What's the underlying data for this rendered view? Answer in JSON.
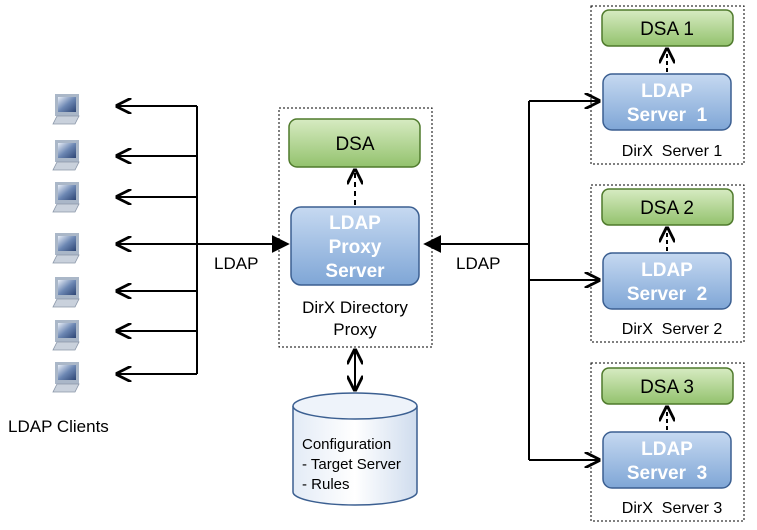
{
  "clients": {
    "label": "LDAP Clients",
    "count": 7
  },
  "proxy": {
    "dsa": "DSA",
    "server_line1": "LDAP",
    "server_line2": "Proxy",
    "server_line3": "Server",
    "caption_line1": "DirX Directory",
    "caption_line2": "Proxy"
  },
  "links": {
    "left_label": "LDAP",
    "right_label": "LDAP"
  },
  "config": {
    "title": "Configuration",
    "item1": "- Target Server",
    "item2": "- Rules"
  },
  "servers": [
    {
      "dsa": "DSA 1",
      "line1": "LDAP",
      "line2": "Server  1",
      "caption": "DirX  Server 1"
    },
    {
      "dsa": "DSA 2",
      "line1": "LDAP",
      "line2": "Server  2",
      "caption": "DirX  Server 2"
    },
    {
      "dsa": "DSA 3",
      "line1": "LDAP",
      "line2": "Server  3",
      "caption": "DirX  Server 3"
    }
  ],
  "colors": {
    "dsa_fill_top": "#d7ebc2",
    "dsa_fill_bottom": "#93c26d",
    "dsa_stroke": "#4f7a2c",
    "server_fill_top": "#c6d9f1",
    "server_fill_bottom": "#7fa6d6",
    "server_stroke": "#3b5f91"
  }
}
